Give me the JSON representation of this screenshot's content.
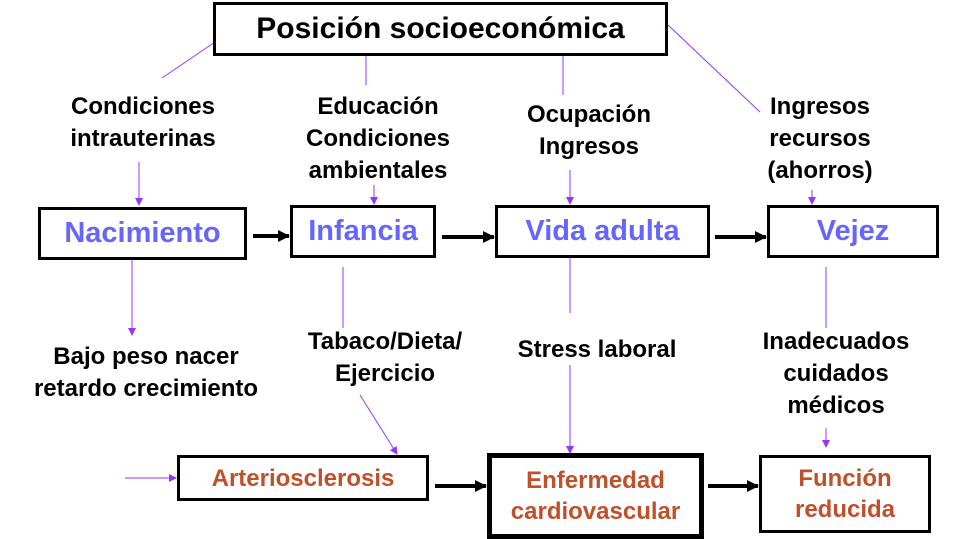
{
  "title": "Posición socioeconómica",
  "stages": [
    "Nacimiento",
    "Infancia",
    "Vida adulta",
    "Vejez"
  ],
  "determinants": [
    [
      "Condiciones",
      "intrauterinas"
    ],
    [
      "Educación",
      "Condiciones",
      "ambientales"
    ],
    [
      "Ocupación",
      "Ingresos"
    ],
    [
      "Ingresos",
      "recursos",
      "(ahorros)"
    ]
  ],
  "exposures": [
    [
      "Bajo peso nacer",
      "retardo crecimiento"
    ],
    [
      "Tabaco/Dieta/",
      "Ejercicio"
    ],
    [
      "Stress laboral"
    ],
    [
      "Inadecuados",
      "cuidados",
      "médicos"
    ]
  ],
  "outcomes": [
    [
      "Arteriosclerosis"
    ],
    [
      "Enfermedad",
      "cardiovascular"
    ],
    [
      "Función",
      "reducida"
    ]
  ],
  "colors": {
    "stage": "#6666ff",
    "outcome": "#c0502a",
    "connector": "#9933ff"
  }
}
